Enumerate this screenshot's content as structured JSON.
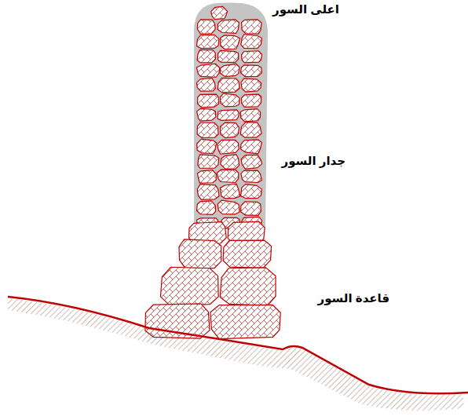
{
  "diagram": {
    "labels": [
      "اعلى السور",
      "جدار السور",
      "قاعدة السور"
    ]
  }
}
